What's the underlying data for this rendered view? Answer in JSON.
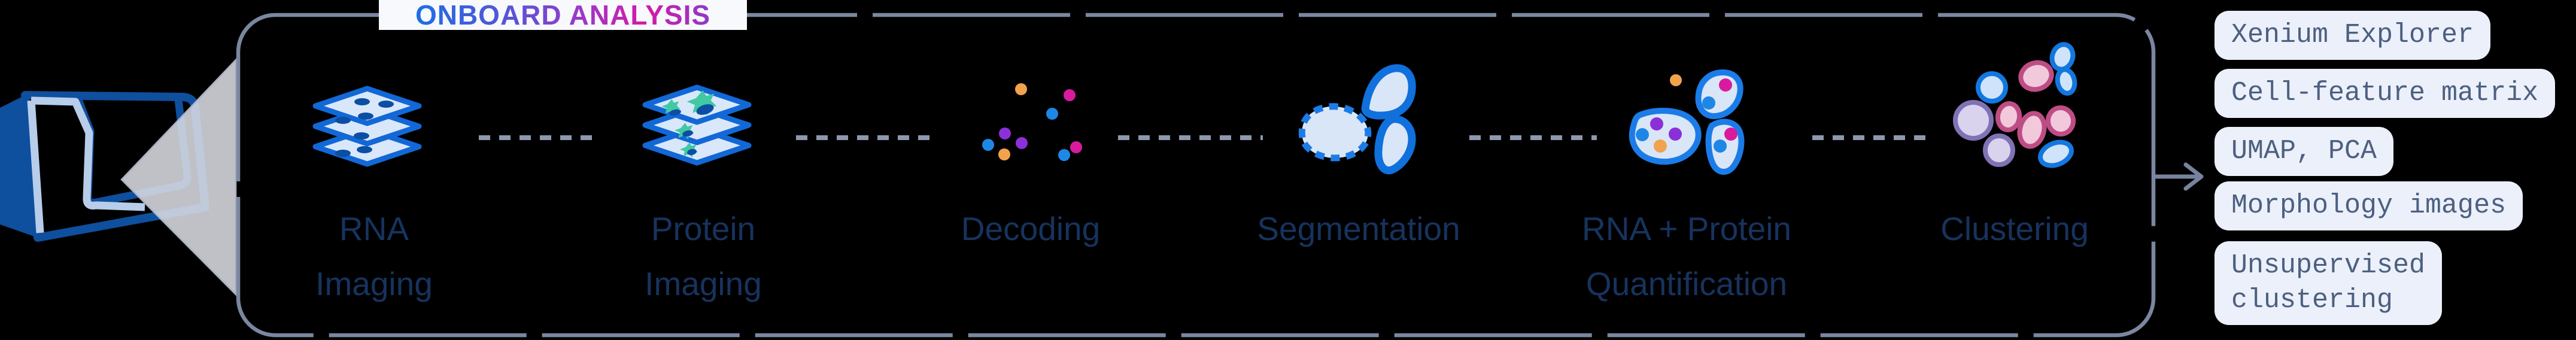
{
  "header": {
    "title": "ONBOARD ANALYSIS"
  },
  "workflow": {
    "steps": [
      {
        "name": "rna-imaging",
        "label": "RNA\nImaging",
        "icon": "stacked-slides-rna-icon"
      },
      {
        "name": "protein-imaging",
        "label": "Protein\nImaging",
        "icon": "stacked-slides-protein-icon"
      },
      {
        "name": "decoding",
        "label": "Decoding",
        "icon": "transcript-dots-icon"
      },
      {
        "name": "segmentation",
        "label": "Segmentation",
        "icon": "cell-boundary-icon"
      },
      {
        "name": "quantification",
        "label": "RNA + Protein\nQuantification",
        "icon": "cells-with-molecules-icon"
      },
      {
        "name": "clustering",
        "label": "Clustering",
        "icon": "cell-clusters-icon"
      }
    ]
  },
  "outputs": {
    "items": [
      {
        "label": "Xenium Explorer"
      },
      {
        "label": "Cell-feature matrix"
      },
      {
        "label": "UMAP, PCA"
      },
      {
        "label": "Morphology images"
      },
      {
        "label": "Unsupervised\nclustering"
      }
    ]
  },
  "colors": {
    "background": "#000000",
    "box_border": "#7b87a1",
    "connector_dash": "#8e98ac",
    "arrow": "#76839e",
    "step_label_text": "#17335e",
    "pill_background": "#ebf0fa",
    "pill_text": "#4d6080",
    "title_gradient_start": "#1d6ee8",
    "title_gradient_end": "#8d3ac5",
    "slide_fill": "#d9e7fa",
    "slide_stroke": "#1268d6",
    "instrument_blue": "#0e4f9e",
    "instrument_light": "#b7cde9",
    "dot_orange": "#f2a24d",
    "dot_magenta": "#d81b9e",
    "dot_blue": "#1e87e5",
    "dot_purple": "#8b30d9",
    "protein_teal": "#41c9a4",
    "cluster_pink": "#f1c9db",
    "cluster_pink_stroke": "#bf4d85",
    "cluster_lavender": "#d9d3ee",
    "cluster_lavender_stroke": "#8172b6",
    "cluster_blue": "#cfe4fa",
    "cluster_blue_stroke": "#1377e0"
  }
}
